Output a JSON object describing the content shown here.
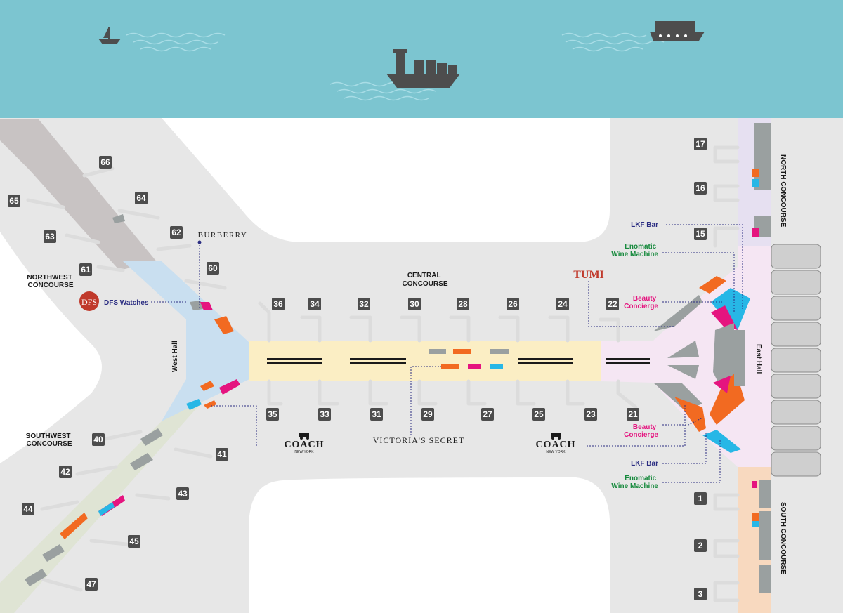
{
  "colors": {
    "sea": "#7cc5d0",
    "apron": "#e7e7e7",
    "land": "#ffffff",
    "shop_orange": "#f26a21",
    "shop_pink": "#e5147f",
    "shop_cyan": "#27b7e6",
    "shop_gray": "#9aa0a0",
    "label_navy": "#2b2d82",
    "label_green": "#178a3d",
    "label_pink": "#e5147f",
    "gate_badge": "#4d4d4d"
  },
  "concourses": {
    "northwest": "NORTHWEST\nCONCOURSE",
    "southwest": "SOUTHWEST\nCONCOURSE",
    "central": "CENTRAL\nCONCOURSE",
    "north": "NORTH CONCOURSE",
    "south": "SOUTH CONCOURSE",
    "west_hall": "West Hall",
    "east_hall": "East Hall"
  },
  "gates": {
    "northwest": [
      "66",
      "65",
      "64",
      "63",
      "62",
      "61",
      "60"
    ],
    "central_top": [
      "36",
      "34",
      "32",
      "30",
      "28",
      "26",
      "24",
      "22"
    ],
    "central_bottom": [
      "35",
      "33",
      "31",
      "29",
      "27",
      "25",
      "23",
      "21"
    ],
    "southwest": [
      "40",
      "41",
      "42",
      "43",
      "44",
      "45",
      "47"
    ],
    "north": [
      "17",
      "16",
      "15"
    ],
    "south": [
      "1",
      "2",
      "3"
    ]
  },
  "brands": {
    "burberry": "BURBERRY",
    "dfs_logo": "DFS",
    "dfs_watches": "DFS Watches",
    "coach": "COACH",
    "coach_sub": "NEW YORK",
    "victorias_secret": "VICTORIA'S SECRET",
    "tumi": "TUMI"
  },
  "amenities": {
    "lkf_bar": "LKF Bar",
    "enomatic": "Enomatic\nWine Machine",
    "beauty_concierge": "Beauty\nConcierge"
  },
  "icons": [
    "sailboat-icon",
    "container-ship-icon",
    "cargo-ship-icon",
    "cruise-ship-icon"
  ]
}
